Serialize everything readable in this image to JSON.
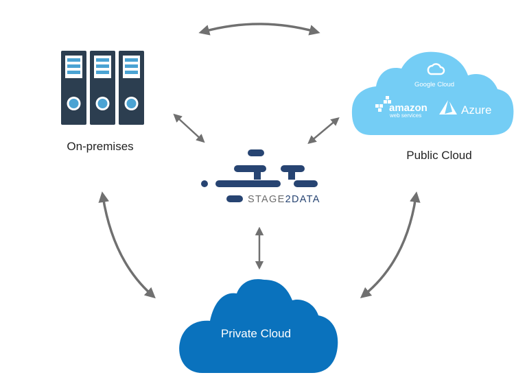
{
  "nodes": {
    "on_premises": {
      "label": "On-premises",
      "server_count": 3
    },
    "public_cloud": {
      "label": "Public Cloud",
      "providers": {
        "google": "Google Cloud",
        "aws_main": "amazon",
        "aws_sub": "web services",
        "azure": "Azure"
      }
    },
    "hub": {
      "logo_text_part1": "STAGE",
      "logo_text_part2": "2DATA"
    },
    "private_cloud": {
      "label": "Private Cloud"
    }
  },
  "connections": [
    {
      "from": "on_premises",
      "to": "public_cloud",
      "direction": "bidirectional"
    },
    {
      "from": "on_premises",
      "to": "hub",
      "direction": "bidirectional"
    },
    {
      "from": "public_cloud",
      "to": "hub",
      "direction": "bidirectional"
    },
    {
      "from": "hub",
      "to": "private_cloud",
      "direction": "bidirectional"
    },
    {
      "from": "on_premises",
      "to": "private_cloud",
      "direction": "bidirectional"
    },
    {
      "from": "public_cloud",
      "to": "private_cloud",
      "direction": "bidirectional"
    }
  ],
  "colors": {
    "server_body": "#2c3e50",
    "server_accent": "#4ba3d3",
    "public_cloud": "#74cdf5",
    "private_cloud": "#0a72bd",
    "logo_navy": "#274472",
    "logo_grey": "#6b6b6b",
    "arrow": "#707070",
    "label_text": "#222222"
  }
}
